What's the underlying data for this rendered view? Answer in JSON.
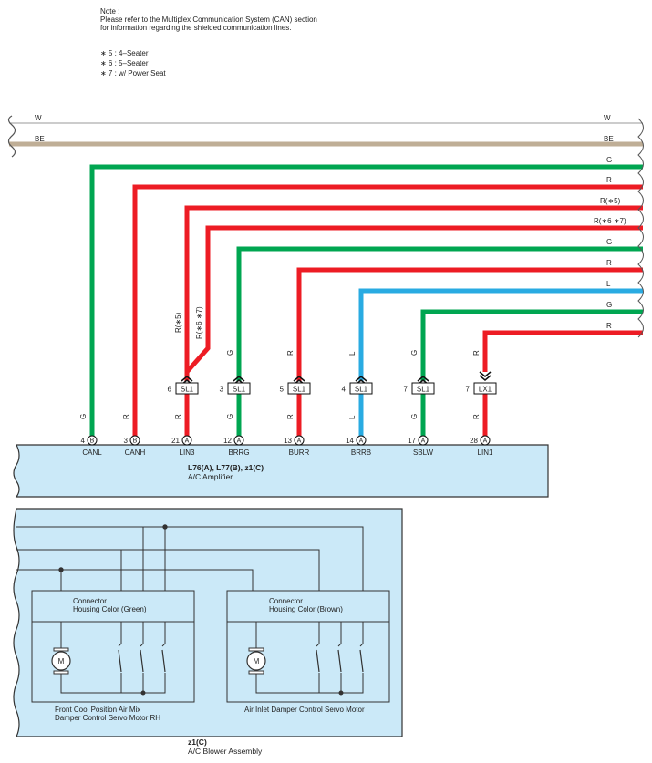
{
  "note": {
    "title": "Note :",
    "line1": "Please refer to the Multiplex Communication System (CAN) section",
    "line2": "for information regarding the shielded communication lines."
  },
  "legend": [
    "∗ 5 : 4–Seater",
    "∗ 6 : 5–Seater",
    "∗ 7 : w/ Power Seat"
  ],
  "bus": {
    "w_label": "W",
    "be_label": "BE"
  },
  "wire_right_labels": [
    "G",
    "R",
    "R(∗5)",
    "R(∗6 ∗7)",
    "G",
    "R",
    "L",
    "G",
    "R"
  ],
  "wire_colors": {
    "green": "#00a651",
    "red": "#ed1c24",
    "blue": "#29abe2",
    "beige": "#bfae96",
    "white_wire": "#999999",
    "module_fill": "#cbe9f8"
  },
  "pins": [
    {
      "num": "4",
      "conn": "B",
      "name": "CANL",
      "color": "G"
    },
    {
      "num": "3",
      "conn": "B",
      "name": "CANH",
      "color": "R"
    },
    {
      "num": "21",
      "conn": "A",
      "name": "LIN3",
      "color": "R"
    },
    {
      "num": "12",
      "conn": "A",
      "name": "BRRG",
      "color": "G"
    },
    {
      "num": "13",
      "conn": "A",
      "name": "BURR",
      "color": "R"
    },
    {
      "num": "14",
      "conn": "A",
      "name": "BRRB",
      "color": "L"
    },
    {
      "num": "17",
      "conn": "A",
      "name": "SBLW",
      "color": "G"
    },
    {
      "num": "28",
      "conn": "A",
      "name": "LIN1",
      "color": "R"
    }
  ],
  "junctions": [
    {
      "pin": "6",
      "name": "SL1"
    },
    {
      "pin": "3",
      "name": "SL1"
    },
    {
      "pin": "5",
      "name": "SL1"
    },
    {
      "pin": "4",
      "name": "SL1"
    },
    {
      "pin": "7",
      "name": "SL1"
    },
    {
      "pin": "7",
      "name": "LX1"
    }
  ],
  "upper_wire_labels": [
    "R(∗5)",
    "R(∗6 ∗7)",
    "G",
    "R",
    "L",
    "G",
    "R"
  ],
  "amplifier": {
    "connectors": "L76(A), L77(B), z1(C)",
    "name": "A/C Amplifier"
  },
  "blower": {
    "connector": "z1(C)",
    "name": "A/C Blower Assembly"
  },
  "motor_left": {
    "housing1": "Connector",
    "housing2": "Housing Color (Green)",
    "name1": "Front Cool Position Air Mix",
    "name2": "Damper Control Servo Motor RH",
    "motor_symbol": "M"
  },
  "motor_right": {
    "housing1": "Connector",
    "housing2": "Housing Color (Brown)",
    "name1": "Air Inlet Damper Control Servo Motor",
    "motor_symbol": "M"
  }
}
